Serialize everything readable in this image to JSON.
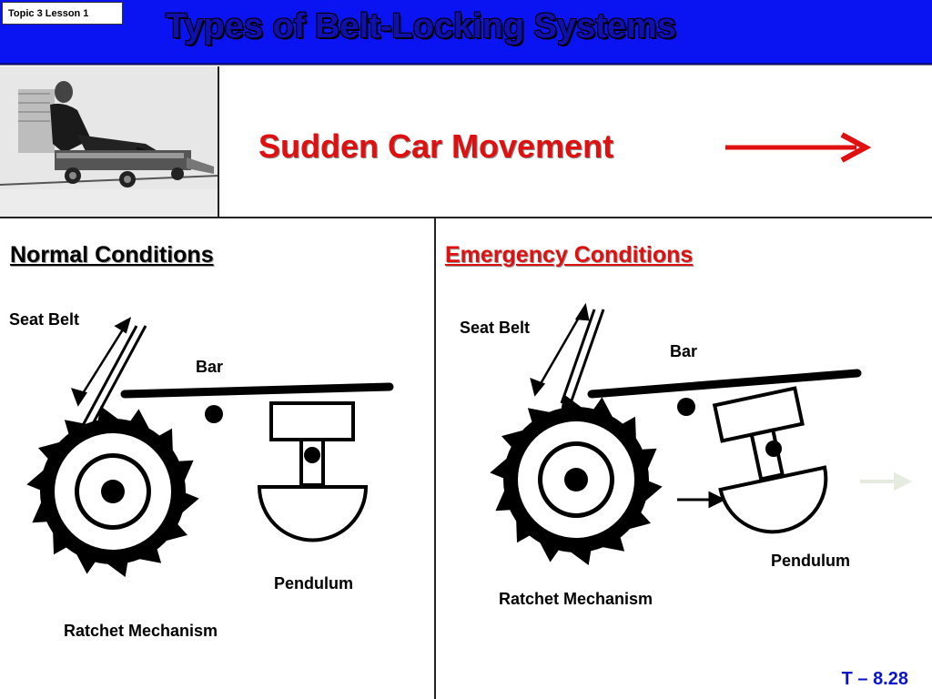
{
  "header": {
    "topic_label": "Topic 3 Lesson 1",
    "title": "Types of Belt-Locking Systems",
    "bg_color": "#0a14f2"
  },
  "banner": {
    "text": "Sudden Car Movement",
    "color": "#e01010"
  },
  "normal": {
    "title": "Normal Conditions",
    "labels": {
      "seat_belt": "Seat Belt",
      "bar": "Bar",
      "pendulum": "Pendulum",
      "ratchet": "Ratchet Mechanism"
    }
  },
  "emergency": {
    "title": "Emergency Conditions",
    "title_color": "#e01010",
    "labels": {
      "seat_belt": "Seat Belt",
      "bar": "Bar",
      "pendulum": "Pendulum",
      "ratchet": "Ratchet Mechanism"
    }
  },
  "footer": {
    "page_number": "T – 8.28"
  }
}
